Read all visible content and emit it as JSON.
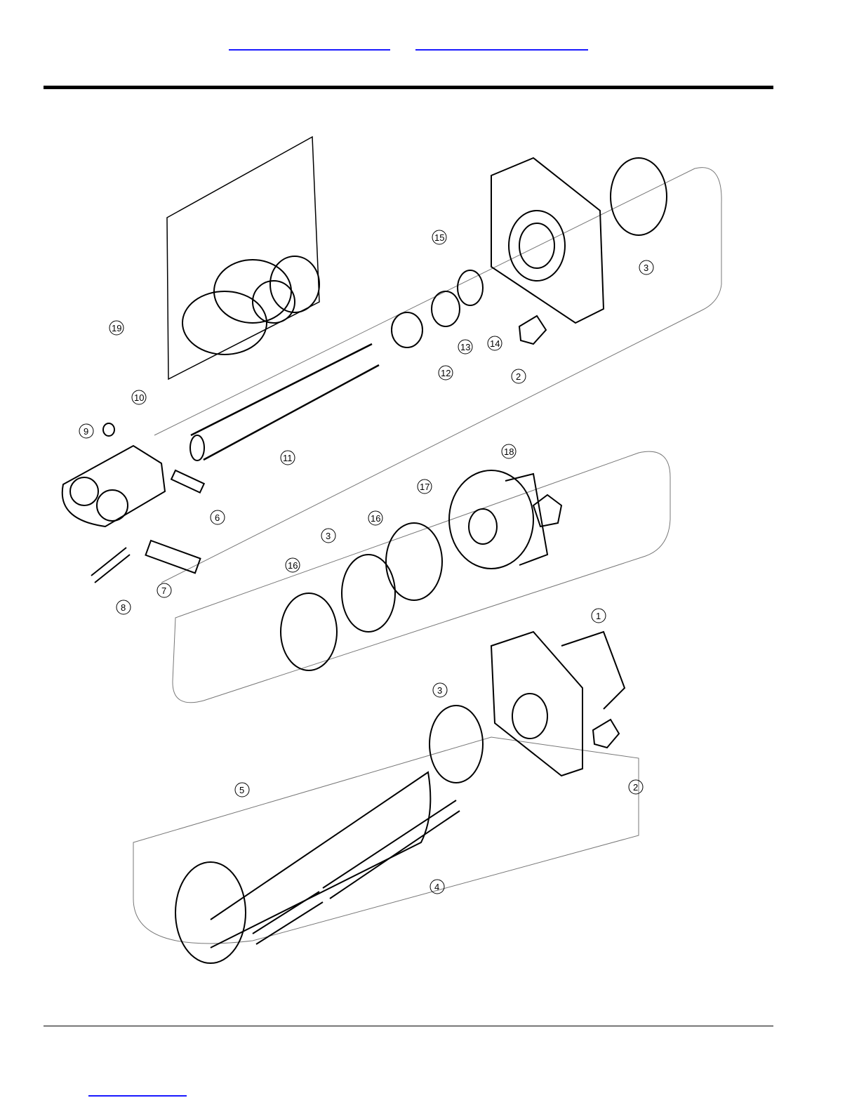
{
  "header": {
    "nav_links": [
      "",
      ""
    ]
  },
  "footer": {
    "link": ""
  },
  "diagram": {
    "callouts": [
      "1",
      "2",
      "2",
      "3",
      "3",
      "3",
      "4",
      "5",
      "6",
      "7",
      "8",
      "9",
      "10",
      "11",
      "12",
      "13",
      "14",
      "15",
      "16",
      "16",
      "17",
      "18",
      "19"
    ]
  }
}
